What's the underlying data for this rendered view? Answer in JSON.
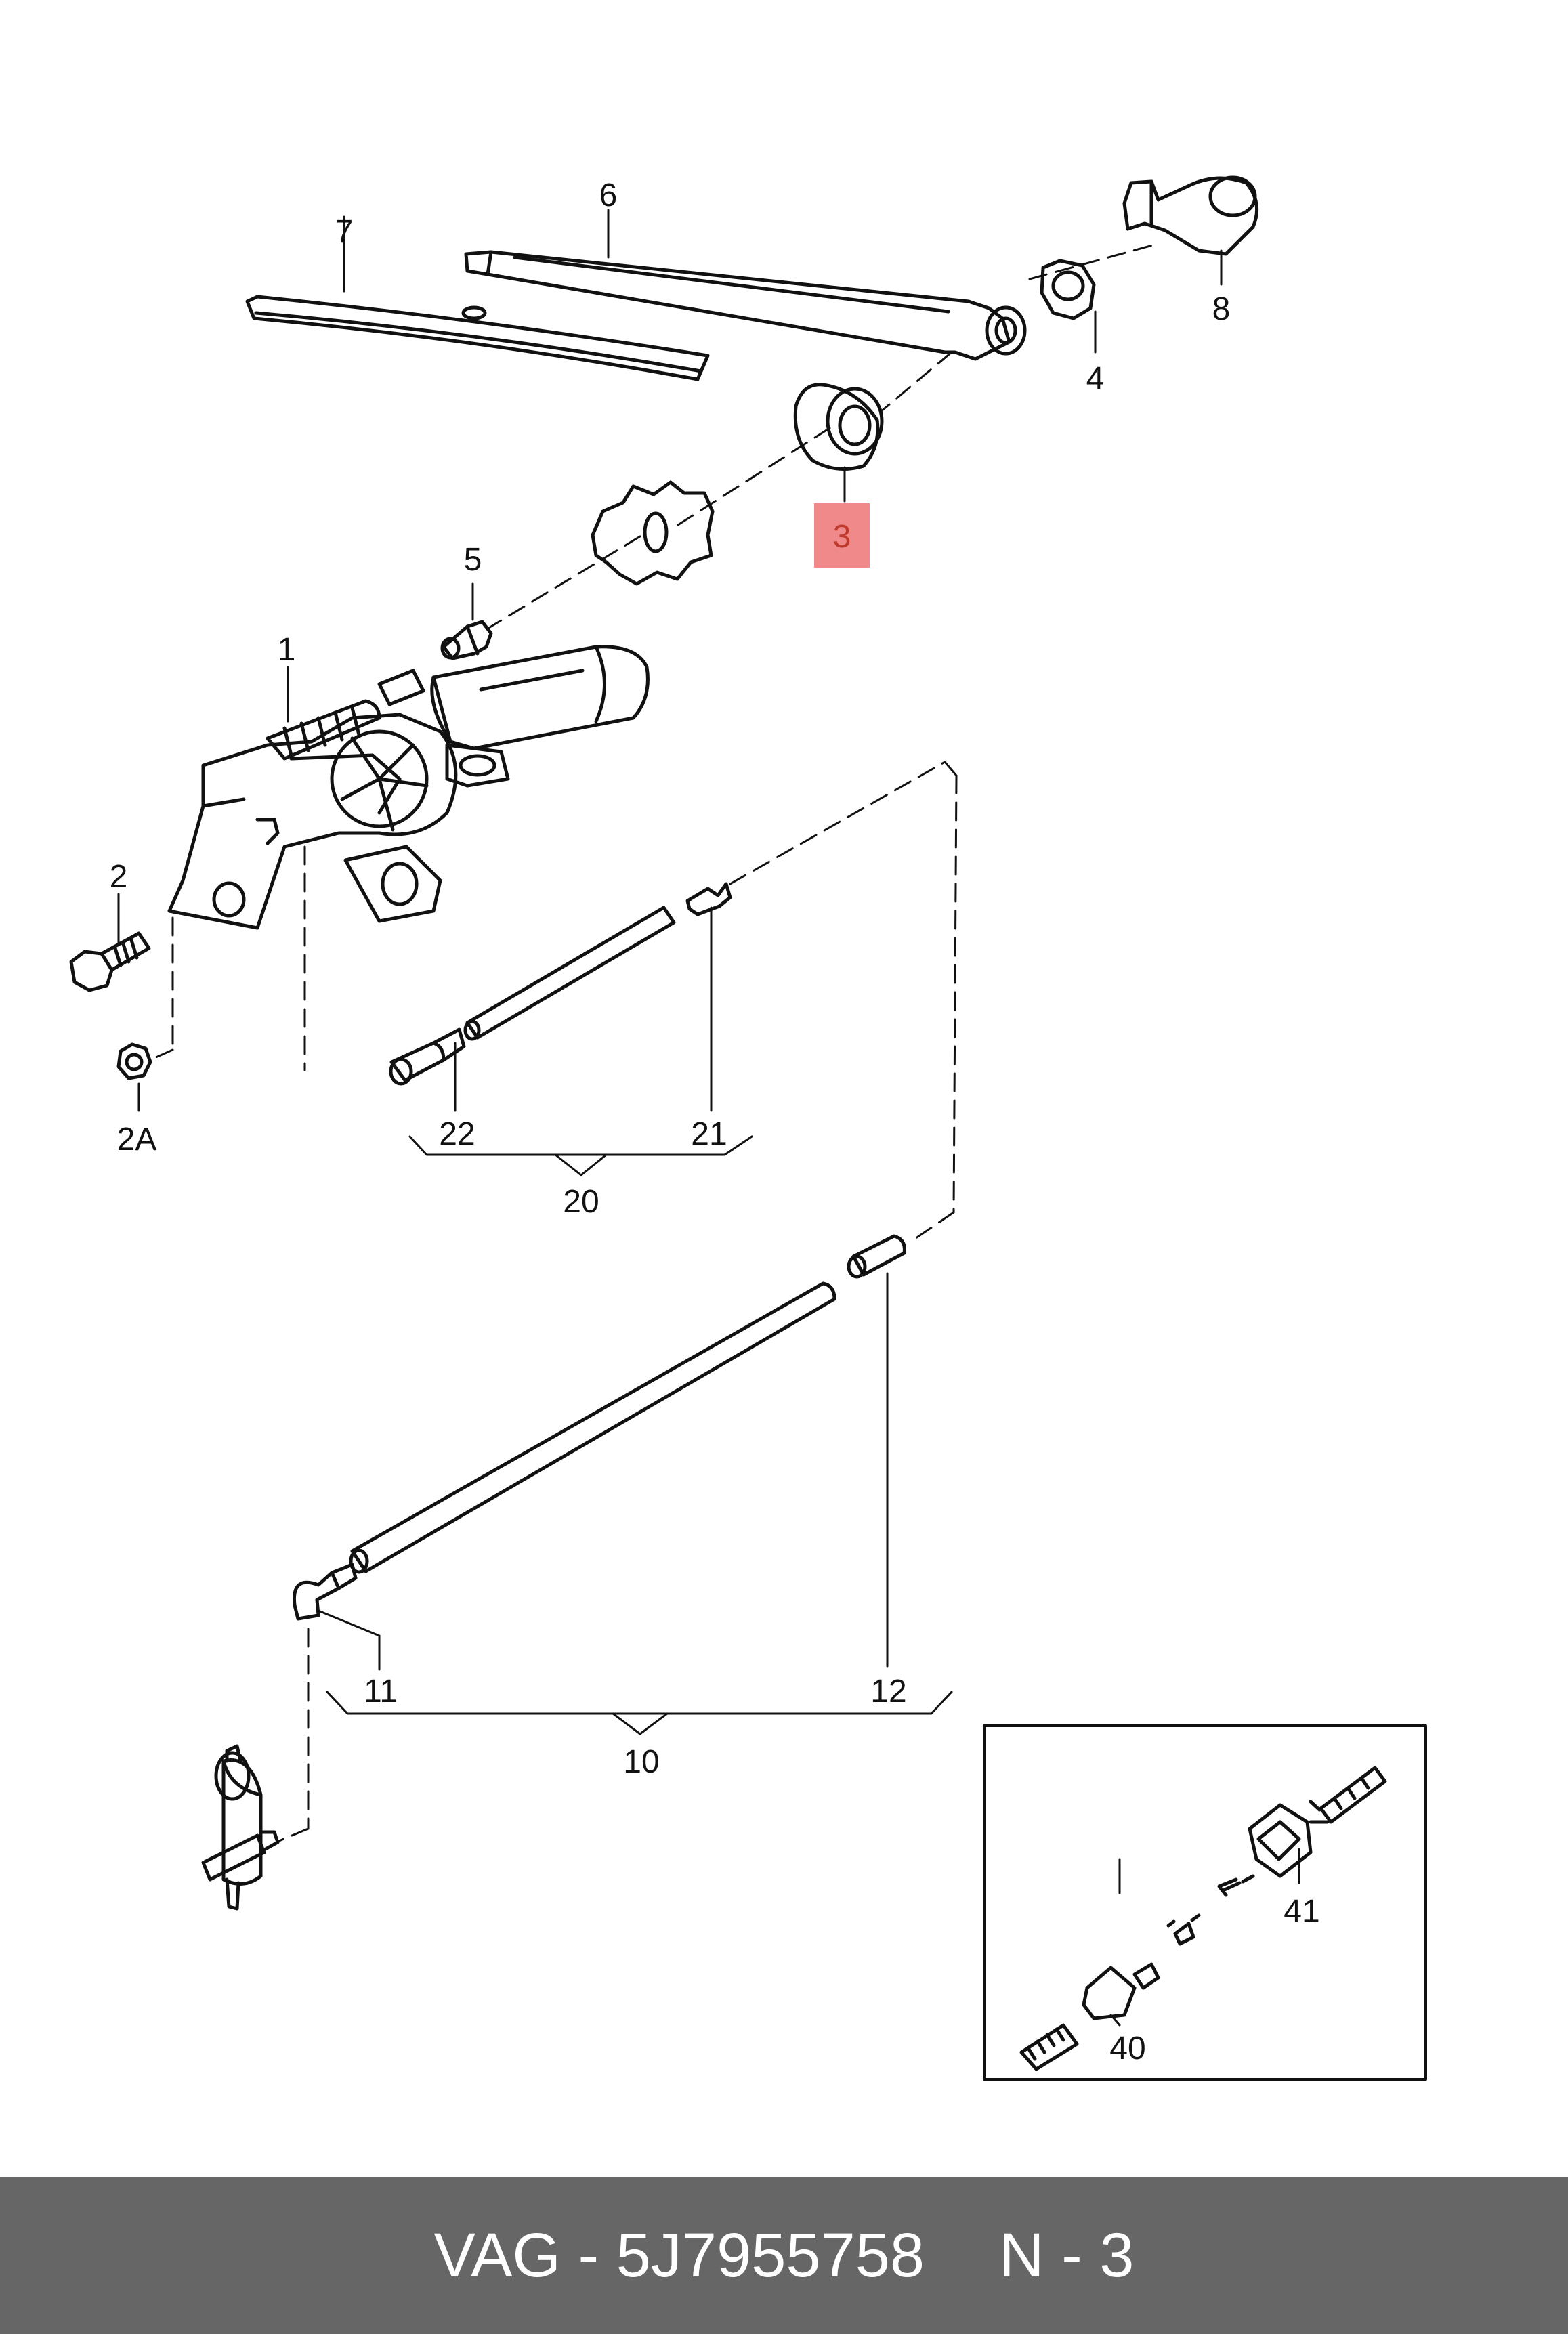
{
  "diagram": {
    "callouts": {
      "c1": "1",
      "c2": "2",
      "c2a": "2A",
      "c3": "3",
      "c4": "4",
      "c5": "5",
      "c6": "6",
      "c7": "7",
      "c8": "8",
      "c10": "10",
      "c11": "11",
      "c12": "12",
      "c20": "20",
      "c21": "21",
      "c22": "22",
      "c40": "40",
      "c41": "41"
    },
    "highlighted_callout": "3",
    "colors": {
      "highlight": "#f08a8a",
      "footer_bg": "#666666",
      "line": "#111111"
    }
  },
  "footer": {
    "brand": "VAG",
    "part_number": "5J7955758",
    "position": "N - 3"
  }
}
